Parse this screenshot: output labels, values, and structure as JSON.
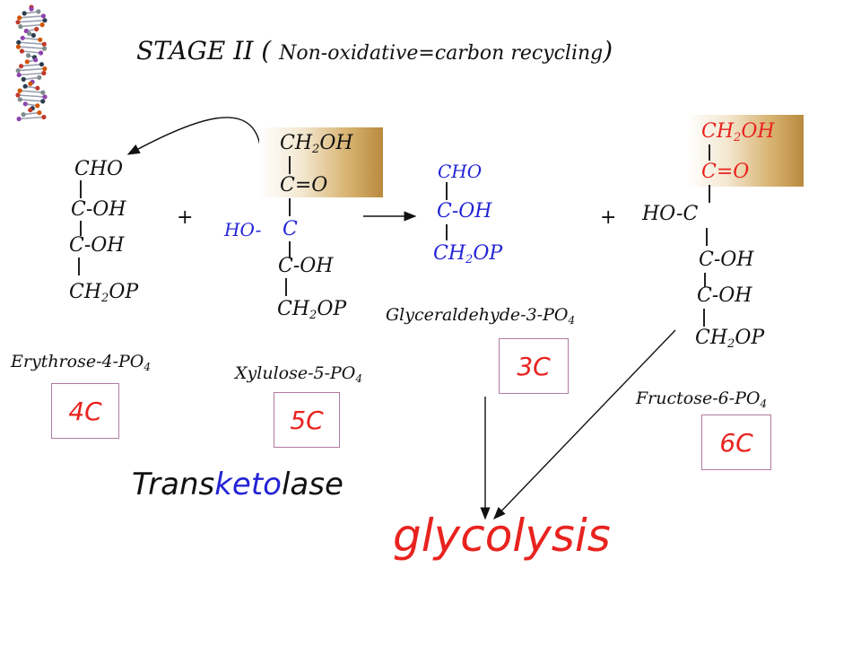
{
  "title": {
    "main": "STAGE II",
    "open_paren": "(",
    "subtitle": "Non-oxidative=carbon recycling",
    "close_paren": ")"
  },
  "erythrose": {
    "cho": "CHO",
    "c_oh_1": "C-OH",
    "c_oh_2": "C-OH",
    "ch2op_ch": "CH",
    "ch2op_sub": "2",
    "ch2op_op": "OP",
    "name_main": "Erythrose-4-PO",
    "name_sub": "4",
    "carbons": "4C"
  },
  "xylulose": {
    "ch2oh_ch": "CH",
    "ch2oh_sub": "2",
    "ch2oh_oh": "OH",
    "co": "C=O",
    "ho": "HO-",
    "c": "C",
    "c_oh": "C-OH",
    "ch2op_ch": "CH",
    "ch2op_sub": "2",
    "ch2op_op": "OP",
    "name_main": "Xylulose-5-PO",
    "name_sub": "4",
    "carbons": "5C"
  },
  "g3p": {
    "cho": "CHO",
    "c_oh": "C-OH",
    "ch2op_ch": "CH",
    "ch2op_sub": "2",
    "ch2op_op": "OP",
    "name_main": "Glyceraldehyde-3-PO",
    "name_sub": "4",
    "carbons": "3C"
  },
  "fructose": {
    "ch2oh_ch": "CH",
    "ch2oh_sub": "2",
    "ch2oh_oh": "OH",
    "co": "C=O",
    "hoc": "HO-C",
    "c_oh_1": "C-OH",
    "c_oh_2": "C-OH",
    "ch2op_ch": "CH",
    "ch2op_sub": "2",
    "ch2op_op": "OP",
    "name_main": "Fructose-6-PO",
    "name_sub": "4",
    "carbons": "6C"
  },
  "operators": {
    "plus_1": "+",
    "plus_2": "+"
  },
  "enzyme": {
    "part1": "Trans",
    "part2": "keto",
    "part3": "lase"
  },
  "pathway": "glycolysis",
  "colors": {
    "red": "#e8231f",
    "blue": "#2323d6",
    "gold": "#c49a52"
  },
  "icons": {
    "logo": "dna-helix-icon"
  }
}
